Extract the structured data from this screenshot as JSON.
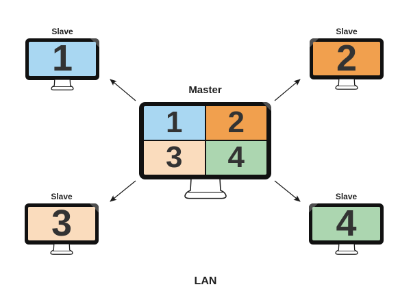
{
  "lan_label": "LAN",
  "colors": {
    "screen_blue": "#A9D7F2",
    "screen_orange": "#F1A04E",
    "screen_peach": "#FADCBD",
    "screen_green": "#ACD6B0",
    "bezel": "#111111",
    "number_text": "#333333"
  },
  "master": {
    "label": "Master",
    "quadrants": [
      {
        "number": "1",
        "color": "#A9D7F2"
      },
      {
        "number": "2",
        "color": "#F1A04E"
      },
      {
        "number": "3",
        "color": "#FADCBD"
      },
      {
        "number": "4",
        "color": "#ACD6B0"
      }
    ]
  },
  "slaves": [
    {
      "label": "Slave",
      "number": "1",
      "color": "#A9D7F2",
      "position": "top-left"
    },
    {
      "label": "Slave",
      "number": "2",
      "color": "#F1A04E",
      "position": "top-right"
    },
    {
      "label": "Slave",
      "number": "3",
      "color": "#FADCBD",
      "position": "bottom-left"
    },
    {
      "label": "Slave",
      "number": "4",
      "color": "#ACD6B0",
      "position": "bottom-right"
    }
  ],
  "connections": [
    {
      "from": "master",
      "to": "slave-1"
    },
    {
      "from": "master",
      "to": "slave-2"
    },
    {
      "from": "master",
      "to": "slave-3"
    },
    {
      "from": "master",
      "to": "slave-4"
    }
  ]
}
